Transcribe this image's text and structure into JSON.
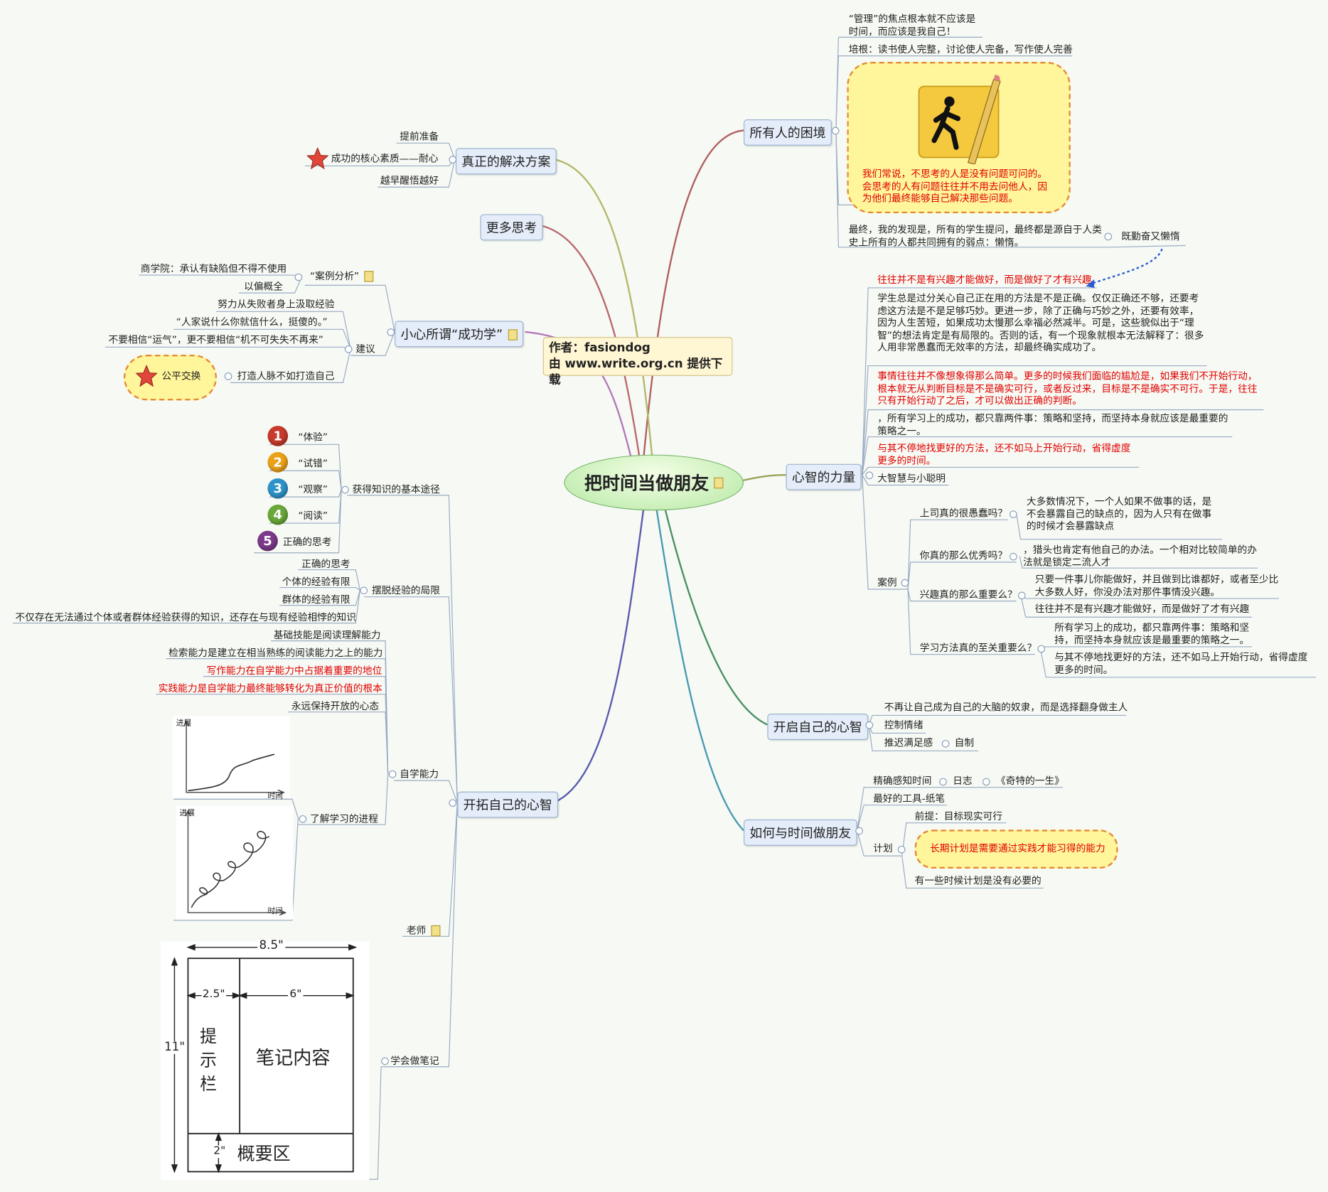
{
  "central": {
    "label": "把时间当做朋友"
  },
  "author": {
    "line1": "作者：fasiondog",
    "line2": "由 www.write.org.cn 提供下载"
  },
  "left": {
    "solution": {
      "label": "真正的解决方案",
      "items": [
        "提前准备",
        "成功的核心素质——耐心",
        "越早醒悟越好"
      ]
    },
    "more_thinking": {
      "label": "更多思考"
    },
    "success": {
      "label": "小心所谓“成功学”",
      "case_analysis": "“案例分析”",
      "case_items": [
        "商学院：承认有缺陷但不得不使用",
        "以偏概全"
      ],
      "advice_label": "建议",
      "advice_items": [
        "努力从失败者身上汲取经验",
        "“人家说什么你就信什么，挺傻的。”",
        "不要相信“运气”，更不要相信“机不可失失不再来”",
        "打造人脉不如打造自己"
      ],
      "fair_exchange": "公平交换"
    },
    "mind": {
      "label": "开拓自己的心智",
      "paths_label": "获得知识的基本途径",
      "paths": [
        "“体验”",
        "“试错”",
        "“观察”",
        "“阅读”",
        "正确的思考"
      ],
      "path_numbers": [
        "1",
        "2",
        "3",
        "4",
        "5"
      ],
      "limits_label": "摆脱经验的局限",
      "limits": [
        "正确的思考",
        "个体的经验有限",
        "群体的经验有限",
        "不仅存在无法通过个体或者群体经验获得的知识，还存在与现有经验相悖的知识"
      ],
      "selfstudy_label": "自学能力",
      "selfstudy": [
        "基础技能是阅读理解能力",
        "检索能力是建立在相当熟练的阅读能力之上的能力",
        "写作能力在自学能力中占据着重要的地位",
        "实践能力是自学能力最终能够转化为真正价值的根本",
        "永远保持开放的心态"
      ],
      "progress_label": "了解学习的进程",
      "chart_axis_y": "进展",
      "chart_axis_x": "时间",
      "teacher_label": "老师",
      "notes_label": "学会做笔记",
      "notes_fig": {
        "w": "8.5\"",
        "h": "11\"",
        "left_w": "2.5\"",
        "right_w": "6\"",
        "bottom_h": "2\"",
        "cue": "提示栏",
        "content": "笔记内容",
        "summary": "概要区"
      }
    }
  },
  "right": {
    "plight": {
      "label": "所有人的困境",
      "quote1": "“管理”的焦点根本就不应该是时间，而应该是我自己！",
      "quote2": "培根：读书使人完整，讨论使人完备，写作使人完善",
      "cloud_text": "我们常说，不思考的人是没有问题可问的。会思考的人有问题往往并不用去问他人，因为他们最终能够自己解决那些问题。",
      "finally": "最终，我的发现是，所有的学生提问，最终都是源自于人类史上所有的人都共同拥有的弱点：懒惰。",
      "lazy": "既勤奋又懒惰"
    },
    "power": {
      "label": "心智的力量",
      "interest_top": "往往并不是有兴趣才能做好，而是做好了才有兴趣",
      "p1": "学生总是过分关心自己正在用的方法是不是正确。仅仅正确还不够，还要考虑这方法是不是足够巧妙。更进一步，除了正确与巧妙之外，还要有效率，因为人生苦短，如果成功太慢那么幸福必然减半。可是，这些貌似出于“理智”的想法肯定是有局限的。否则的话，有一个现象就根本无法解释了：很多人用非常愚蠢而无效率的方法，却最终确实成功了。",
      "p2": "事情往往并不像想象得那么简单。更多的时候我们面临的尴尬是，如果我们不开始行动，根本就无从判断目标是不是确实可行，或者反过来，目标是不是确实不可行。于是，往往只有开始行动了之后，才可以做出正确的判断。",
      "p3": "，所有学习上的成功，都只靠两件事：策略和坚持，而坚持本身就应该是最重要的策略之一。",
      "p4": "与其不停地找更好的方法，还不如马上开始行动，省得虚度更多的时间。",
      "wisdom": "大智慧与小聪明",
      "cases_label": "案例",
      "cases": [
        {
          "q": "上司真的很愚蠢吗？",
          "a": [
            "大多数情况下，一个人如果不做事的话，是不会暴露自己的缺点的，因为人只有在做事的时候才会暴露缺点"
          ]
        },
        {
          "q": "你真的那么优秀吗？",
          "a": [
            "，猎头也肯定有他自己的办法。一个相对比较简单的办法就是锁定二流人才"
          ]
        },
        {
          "q": "兴趣真的那么重要么？",
          "a": [
            "只要一件事儿你能做好，并且做到比谁都好，或者至少比大多数人好，你没办法对那件事情没兴趣。",
            "往往并不是有兴趣才能做好，而是做好了才有兴趣"
          ]
        },
        {
          "q": "学习方法真的至关重要么？",
          "a": [
            "所有学习上的成功，都只靠两件事：策略和坚持，而坚持本身就应该是最重要的策略之一。",
            "与其不停地找更好的方法，还不如马上开始行动，省得虚度更多的时间。"
          ]
        }
      ]
    },
    "open": {
      "label": "开启自己的心智",
      "items": [
        "不再让自己成为自己的大脑的奴隶，而是选择翻身做主人",
        "控制情绪",
        "推迟满足感"
      ],
      "self_control": "自制"
    },
    "friend": {
      "label": "如何与时间做朋友",
      "perceive": "精确感知时间",
      "diary": "日志",
      "book": "《奇特的一生》",
      "tool": "最好的工具-纸笔",
      "plan_label": "计划",
      "plan_items": [
        "前提：目标现实可行",
        "长期计划是需要通过实践才能习得的能力",
        "有一些时候计划是没有必要的"
      ]
    }
  },
  "colors": {
    "red_text": "#e00000",
    "topic_bg": "#e4edf9",
    "cloud_border": "#e28a3c",
    "cloud_fill": "#fff59a"
  }
}
